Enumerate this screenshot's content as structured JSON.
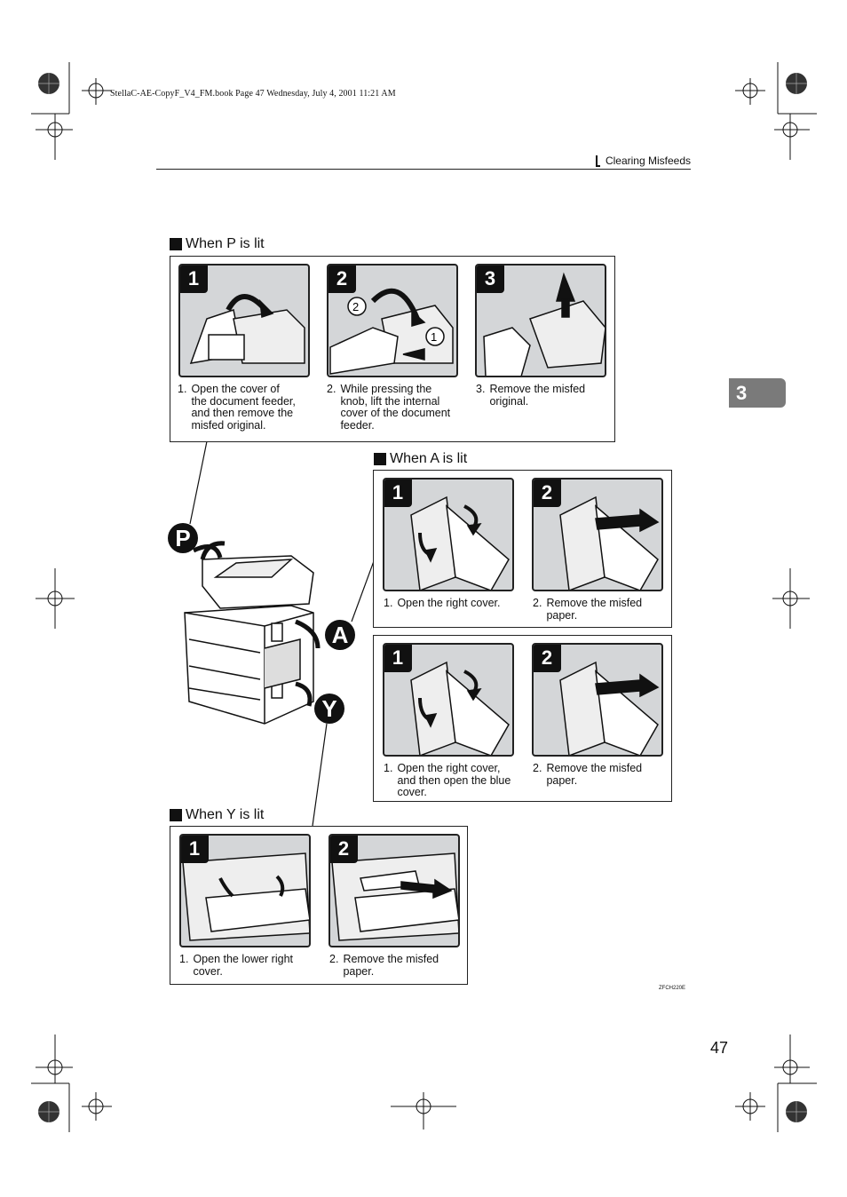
{
  "file_header": "StellaC-AE-CopyF_V4_FM.book  Page 47  Wednesday, July 4, 2001  11:21 AM",
  "section_title": "Clearing Misfeeds",
  "chapter_tab": "3",
  "page_number": "47",
  "figure_code": "ZFCH220E",
  "machine_labels": [
    "P",
    "A",
    "Y"
  ],
  "p_block": {
    "title": "When P is lit",
    "steps": [
      {
        "num": "1",
        "caption_num": "1.",
        "caption": "Open the cover of\nthe document feeder,\nand then remove the\nmisfed original."
      },
      {
        "num": "2",
        "caption_num": "2.",
        "caption": "While pressing the\nknob, lift the internal\ncover of the document\nfeeder."
      },
      {
        "num": "3",
        "caption_num": "3.",
        "caption": "Remove the misfed\noriginal."
      }
    ]
  },
  "a_block": {
    "title": "When A is lit",
    "panel1": [
      {
        "num": "1",
        "caption_num": "1.",
        "caption": "Open the right cover."
      },
      {
        "num": "2",
        "caption_num": "2.",
        "caption": "Remove the misfed\npaper."
      }
    ],
    "panel2": [
      {
        "num": "1",
        "caption_num": "1.",
        "caption": "Open the right cover,\nand then open the blue\ncover."
      },
      {
        "num": "2",
        "caption_num": "2.",
        "caption": "Remove the misfed\npaper."
      }
    ]
  },
  "y_block": {
    "title": "When Y is lit",
    "steps": [
      {
        "num": "1",
        "caption_num": "1.",
        "caption": "Open the lower right\ncover."
      },
      {
        "num": "2",
        "caption_num": "2.",
        "caption": "Remove the misfed\npaper."
      }
    ]
  }
}
